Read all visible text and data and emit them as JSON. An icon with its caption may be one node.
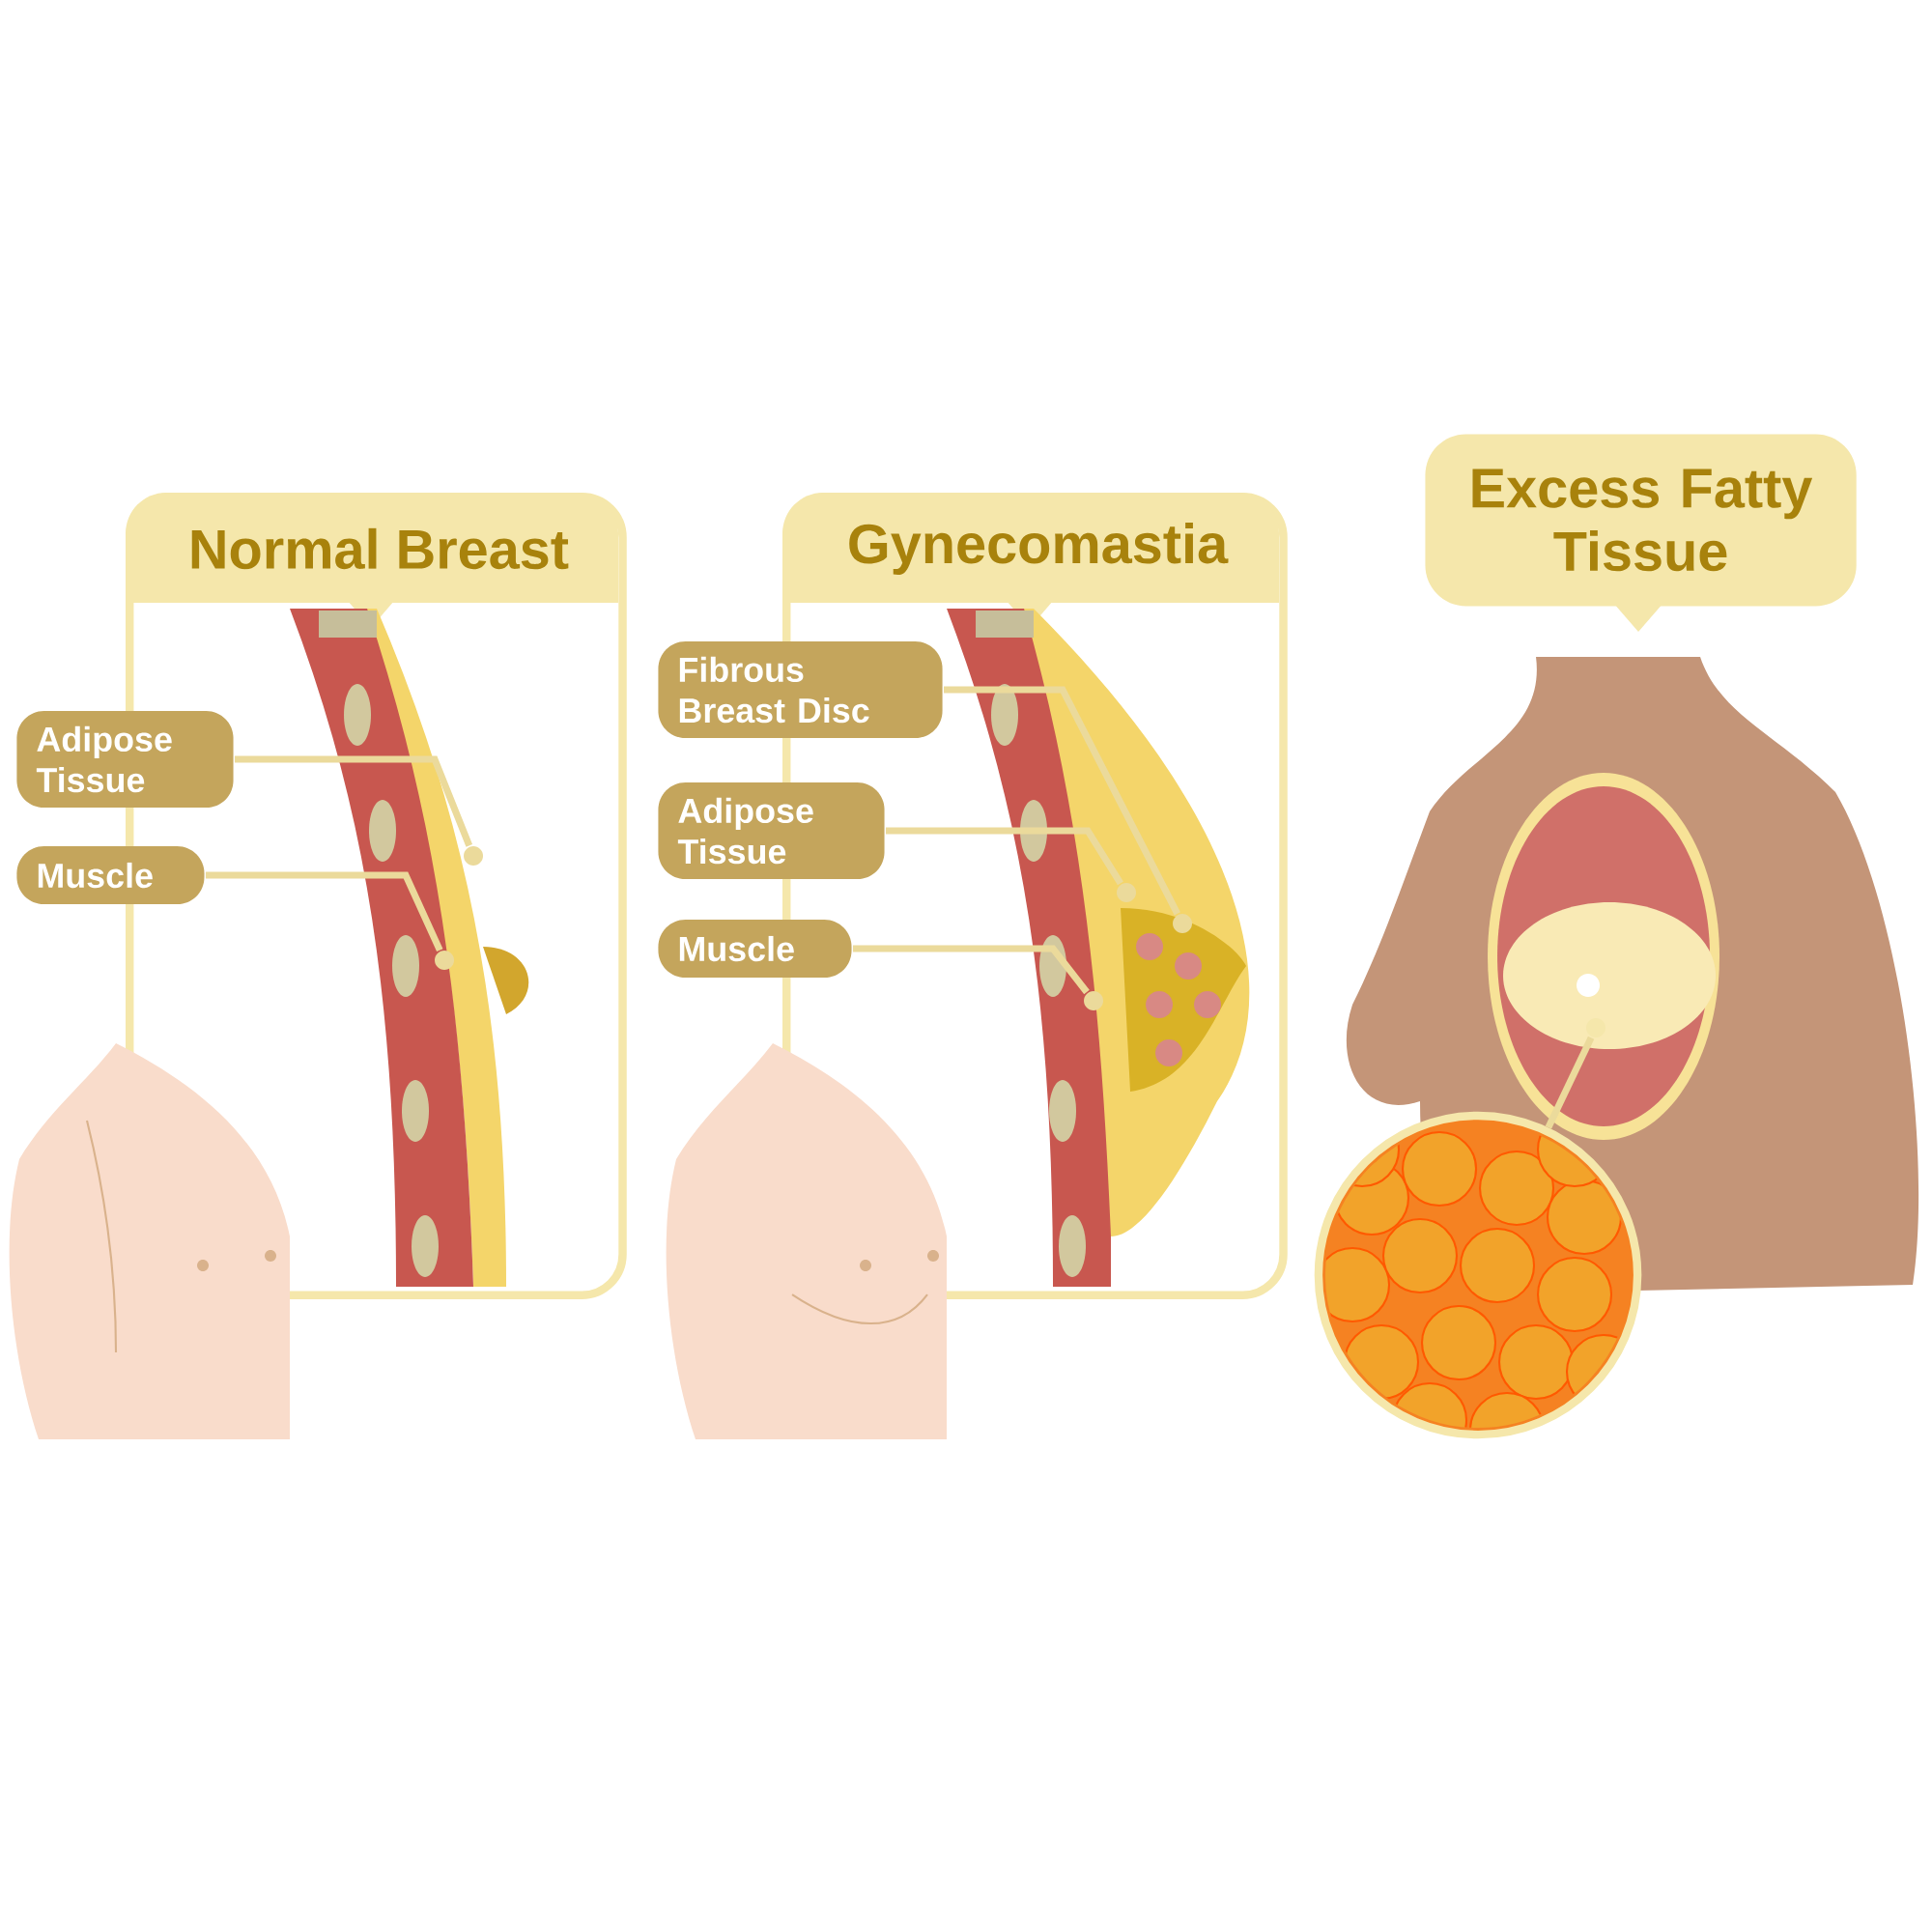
{
  "diagram": {
    "nodes": [
      {
        "text": [
          "Normal Breast"
        ]
      },
      {
        "text": [
          "Adipose Tissue"
        ]
      },
      {
        "text": [
          "Muscle"
        ]
      },
      {
        "text": [
          "Gynecomastia"
        ]
      },
      {
        "text": [
          "Fibrous Breast Disc"
        ]
      },
      {
        "text": [
          "Adipose Tissue"
        ]
      },
      {
        "text": [
          "Muscle"
        ]
      },
      {
        "text": [
          "Excess Fatty Tissue"
        ]
      },
      {
        "text": [],
        "shape": "picture"
      },
      {
        "text": [],
        "shape": "circle",
        "in": 0
      },
      {
        "text": [],
        "shape": "circle",
        "in": 0
      },
      {
        "text": [],
        "shape": "circle",
        "in": 3
      },
      {
        "text": [],
        "shape": "circle",
        "in": 3
      },
      {
        "text": [],
        "shape": "circle",
        "in": 3
      },
      {
        "text": [],
        "shape": "circle"
      }
    ],
    "edges": [
      {
        "from": 1,
        "to": 9,
        "arrow": "none"
      },
      {
        "from": 2,
        "to": 10,
        "arrow": "none"
      },
      {
        "from": 4,
        "to": 11,
        "arrow": "none"
      },
      {
        "from": 5,
        "to": 12,
        "arrow": "none"
      },
      {
        "from": 6,
        "to": 13,
        "arrow": "none"
      },
      {
        "from": 8,
        "to": 14,
        "arrow": "none"
      }
    ]
  }
}
